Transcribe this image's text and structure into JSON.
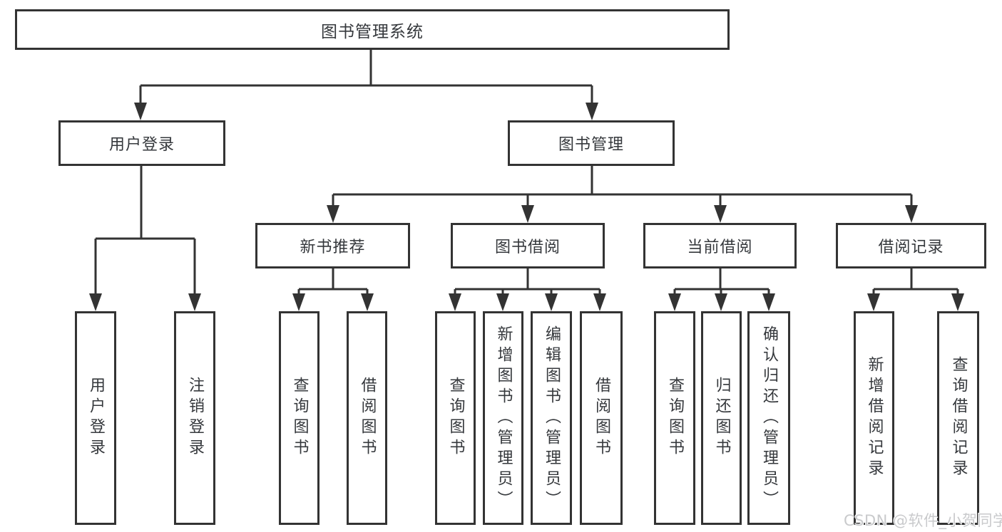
{
  "diagram": {
    "root": {
      "label": "图书管理系统"
    },
    "branches": [
      {
        "label": "用户登录",
        "children": [
          {
            "label": "用户登录"
          },
          {
            "label": "注销登录"
          }
        ]
      },
      {
        "label": "图书管理",
        "children": [
          {
            "label": "新书推荐",
            "children": [
              {
                "label": "查询图书"
              },
              {
                "label": "借阅图书"
              }
            ]
          },
          {
            "label": "图书借阅",
            "children": [
              {
                "label": "查询图书"
              },
              {
                "label": "新增图书（管理员）"
              },
              {
                "label": "编辑图书（管理员）"
              },
              {
                "label": "借阅图书"
              }
            ]
          },
          {
            "label": "当前借阅",
            "children": [
              {
                "label": "查询图书"
              },
              {
                "label": "归还图书"
              },
              {
                "label": "确认归还（管理员）"
              }
            ]
          },
          {
            "label": "借阅记录",
            "children": [
              {
                "label": "新增借阅记录"
              },
              {
                "label": "查询借阅记录"
              }
            ]
          }
        ]
      }
    ]
  },
  "watermark": "CSDN @软件_小贺同学",
  "colors": {
    "line": "#333333",
    "box_border": "#333333",
    "text": "#35383c",
    "background": "#ffffff",
    "watermark": "#c9cacc"
  }
}
